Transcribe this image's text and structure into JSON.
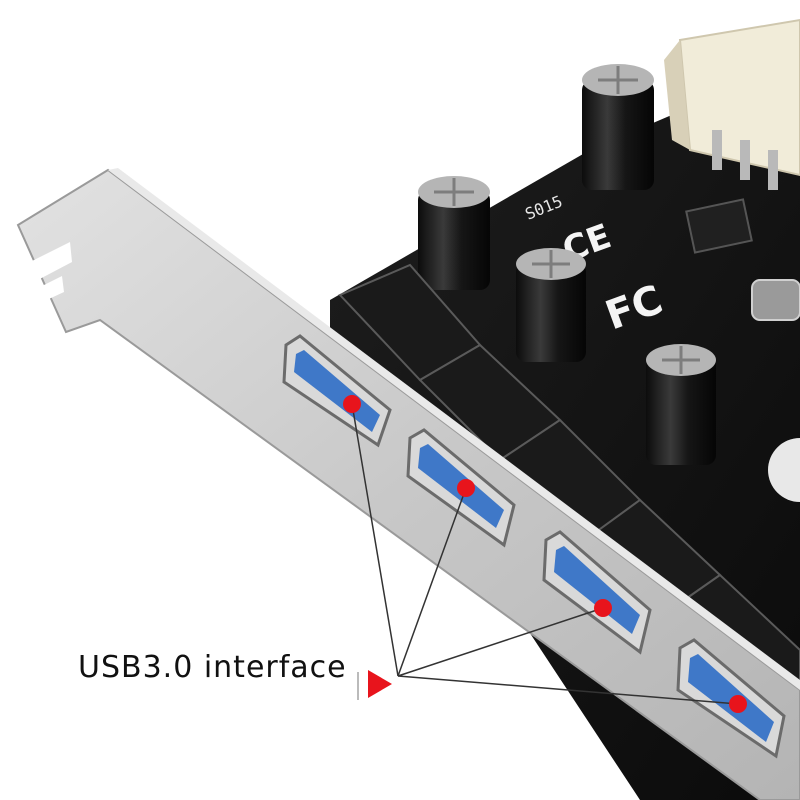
{
  "callout": {
    "label": "USB3.0 interface",
    "marker_color": "#e8141c",
    "line_color": "#333333",
    "port_count": 4
  },
  "board_markings": {
    "ce_mark": "CE",
    "fcc_mark": "FC",
    "code": "S015"
  },
  "colors": {
    "background": "#ffffff",
    "pcb": "#141414",
    "bracket": "#c9c9c9",
    "usb_insert": "#3f78c8",
    "connector": "#f1ecd9"
  }
}
